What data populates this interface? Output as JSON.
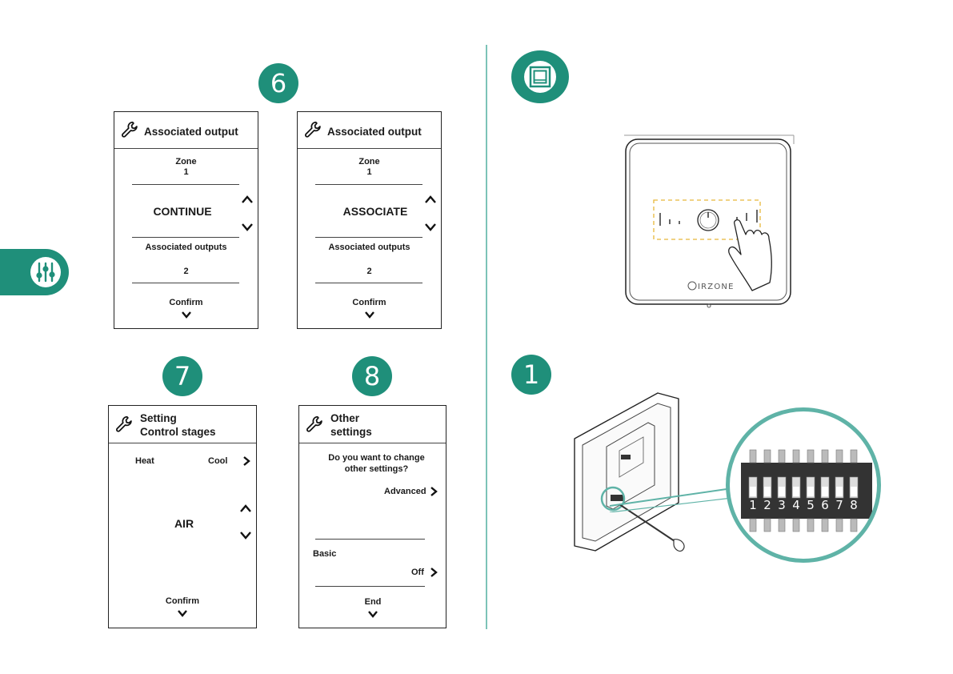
{
  "steps": {
    "six": "6",
    "seven": "7",
    "eight": "8",
    "one": "1"
  },
  "screen_a": {
    "title": "Associated output",
    "zone_label": "Zone",
    "zone_value": "1",
    "option": "CONTINUE",
    "outputs_label": "Associated outputs",
    "outputs_value": "2",
    "confirm": "Confirm"
  },
  "screen_b": {
    "title": "Associated output",
    "zone_label": "Zone",
    "zone_value": "1",
    "option": "ASSOCIATE",
    "outputs_label": "Associated outputs",
    "outputs_value": "2",
    "confirm": "Confirm"
  },
  "screen_c": {
    "title_line1": "Setting",
    "title_line2": "Control stages",
    "heat": "Heat",
    "cool": "Cool",
    "option": "AIR",
    "confirm": "Confirm"
  },
  "screen_d": {
    "title_line1": "Other",
    "title_line2": "settings",
    "question_line1": "Do you want to change",
    "question_line2": "other settings?",
    "advanced": "Advanced",
    "basic": "Basic",
    "basic_value": "Off",
    "end": "End"
  },
  "device": {
    "brand": "AIRZONE"
  },
  "dip_switch": {
    "numbers": [
      "1",
      "2",
      "3",
      "4",
      "5",
      "6",
      "7",
      "8"
    ]
  },
  "colors": {
    "teal": "#1f8f7a",
    "teal_light": "#5fb3a7",
    "divider": "#7cc3b7"
  },
  "icons": [
    "settings-sliders-icon",
    "thermostat-icon",
    "wrench-icon",
    "chevron-up-icon",
    "chevron-down-icon",
    "chevron-right-icon"
  ]
}
